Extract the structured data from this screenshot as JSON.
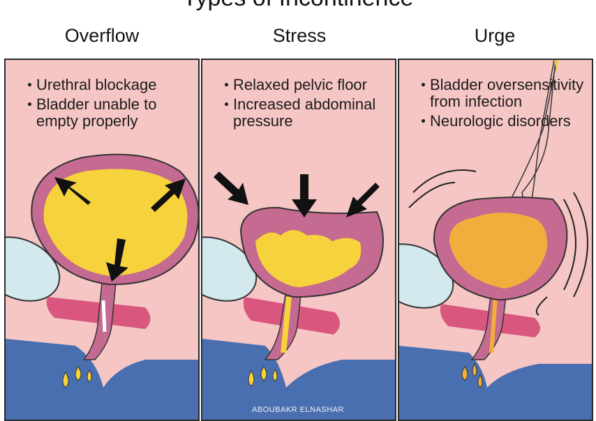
{
  "title": "Types of Incontinence",
  "panels": [
    {
      "heading": "Overflow",
      "bullets": [
        "Urethral blockage",
        "Bladder unable to empty properly"
      ]
    },
    {
      "heading": "Stress",
      "bullets": [
        "Relaxed pelvic floor",
        "Increased abdominal pressure"
      ]
    },
    {
      "heading": "Urge",
      "bullets": [
        "Bladder oversensitivity from infection",
        "Neurologic disorders"
      ]
    }
  ],
  "credit": "ABOUBAKR ELNASHAR",
  "colors": {
    "panel_background": "#f5c6c4",
    "bladder_wall": "#c56a90",
    "urine_yellow": "#f6d33c",
    "urine_orange": "#f2ae3c",
    "floor_blue": "#4a6fb0",
    "bone_lightblue": "#d3e9ee",
    "muscle_pink": "#d9577f"
  }
}
